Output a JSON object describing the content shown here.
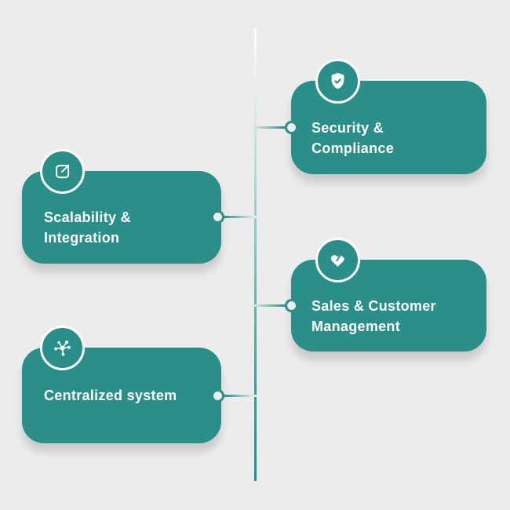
{
  "palette": {
    "teal": "#2a8f89",
    "background": "#ececec",
    "text": "#ffffff"
  },
  "timeline": {
    "orientation": "vertical"
  },
  "cards": [
    {
      "id": "security-compliance",
      "side": "right",
      "icon": "shield-check-icon",
      "title_lines": [
        "Security &",
        "Compliance"
      ]
    },
    {
      "id": "scalability-integration",
      "side": "left",
      "icon": "external-link-icon",
      "title_lines": [
        "Scalability &",
        "Integration"
      ]
    },
    {
      "id": "sales-customer-management",
      "side": "right",
      "icon": "handshake-icon",
      "title_lines": [
        "Sales & Customer",
        "Management"
      ]
    },
    {
      "id": "centralized-system",
      "side": "left",
      "icon": "hub-icon",
      "title_lines": [
        "Centralized system"
      ]
    }
  ]
}
